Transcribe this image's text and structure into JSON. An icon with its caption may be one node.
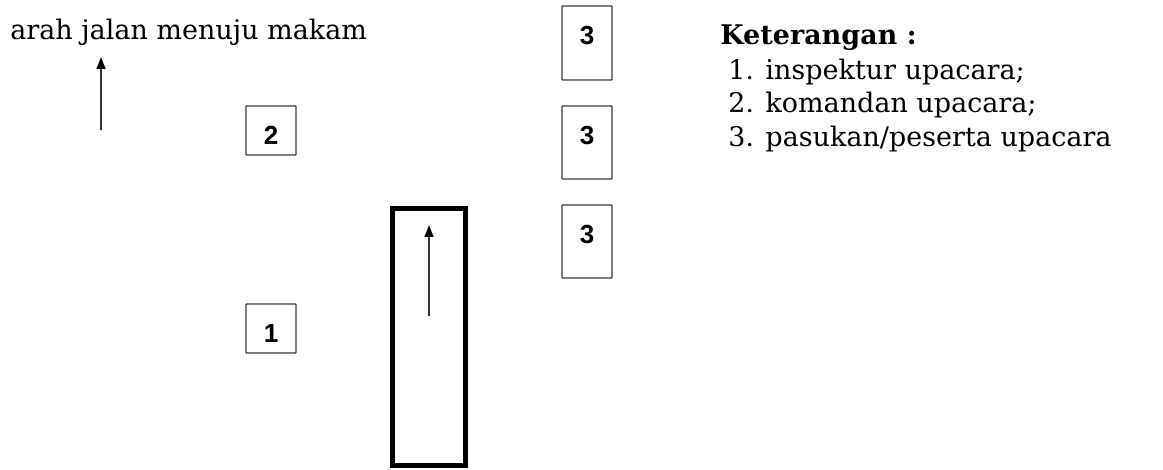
{
  "diagram": {
    "nodes": [
      {
        "text": [
          "3"
        ]
      },
      {
        "text": [
          "2"
        ]
      },
      {
        "text": [
          "3"
        ]
      },
      {
        "text": [],
        "shape": "bar"
      },
      {
        "text": [
          "3"
        ]
      },
      {
        "text": [
          "1"
        ]
      }
    ],
    "labels": [
      "arah jalan menuju makam",
      "Keterangan :",
      "1. inspektur upacara;",
      "2. komandan upacara;",
      "3. pasukan/peserta upacara"
    ]
  }
}
